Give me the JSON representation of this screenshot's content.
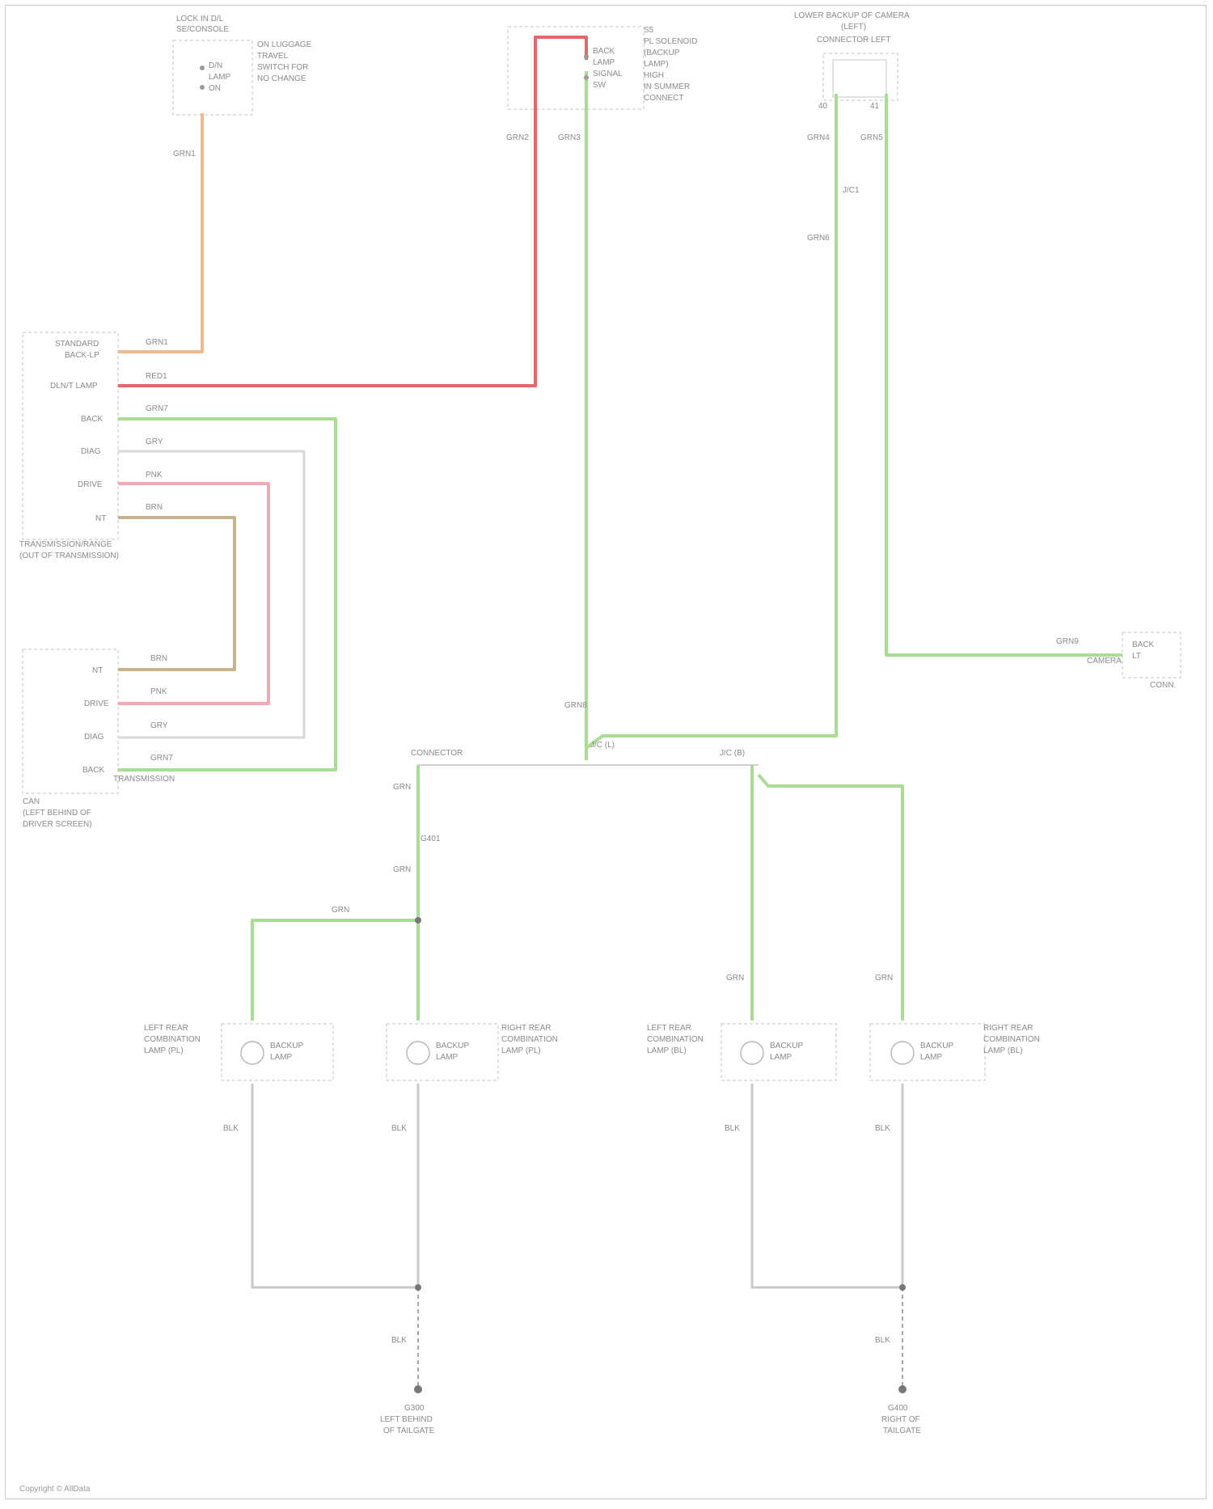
{
  "colors": {
    "orange": "#f2b98b",
    "red": "#e06a6a",
    "green": "#a9dd93",
    "pink": "#f1aab4",
    "tan": "#c4b48e",
    "gray": "#bcbcbc",
    "frame": "#cfcfcf"
  },
  "footer": "Copyright © AllData",
  "components": {
    "top_left": {
      "title": [
        "LOCK IN D/L",
        "SE/CONSOLE"
      ],
      "desc": [
        "ON LUGGAGE",
        "TRAVEL",
        "SWITCH FOR",
        "NO CHANGE"
      ],
      "inner": [
        "D/N",
        "LAMP",
        "ON"
      ]
    },
    "top_center": {
      "desc": [
        "S5",
        "PL SOLENOID",
        "(BACKUP",
        "LAMP)",
        "HIGH",
        "IN SUMMER",
        "CONNECT"
      ],
      "inner": [
        "BACK",
        "LAMP",
        "SIGNAL",
        "SW"
      ]
    },
    "top_right": {
      "title": [
        "LOWER BACKUP OF CAMERA",
        "(LEFT)",
        "CONNECTOR LEFT"
      ],
      "pins": [
        "40",
        "41"
      ]
    },
    "tcm": {
      "pins": [
        "STANDARD",
        "BACK-LP",
        "DLN/T LAMP",
        "BACK",
        "DIAG",
        "DRIVE",
        "NT"
      ],
      "footer": [
        "TRANSMISSION/RANGE",
        "(OUT OF TRANSMISSION)"
      ]
    },
    "bcm": {
      "pins": [
        "NT",
        "DRIVE",
        "DIAG",
        "BACK"
      ],
      "footer": [
        "CAN",
        "(LEFT BEHIND OF",
        "DRIVER SCREEN)"
      ],
      "sub": "TRANSMISSION"
    },
    "right_module": {
      "inner": [
        "BACK",
        "LT"
      ],
      "label": "CAMERA",
      "ground": "CONN."
    },
    "lamps": [
      {
        "side": [
          "LEFT REAR",
          "COMBINATION",
          "LAMP (PL)"
        ],
        "inner": [
          "BACKUP",
          "LAMP"
        ]
      },
      {
        "side": [
          "RIGHT REAR",
          "COMBINATION",
          "LAMP (PL)"
        ],
        "inner": [
          "BACKUP",
          "LAMP"
        ]
      },
      {
        "side": [
          "LEFT REAR",
          "COMBINATION",
          "LAMP (BL)"
        ],
        "inner": [
          "BACKUP",
          "LAMP"
        ]
      },
      {
        "side": [
          "RIGHT REAR",
          "COMBINATION",
          "LAMP (BL)"
        ],
        "inner": [
          "BACKUP",
          "LAMP"
        ]
      }
    ],
    "grounds": [
      {
        "label": [
          "G300",
          "LEFT BEHIND",
          "OF TAILGATE"
        ]
      },
      {
        "label": [
          "G400",
          "RIGHT OF",
          "TAILGATE"
        ]
      }
    ],
    "junctions": [
      "CONNECTOR",
      "J/C (L)",
      "J/C (B)"
    ]
  },
  "wire_ids": {
    "w_orange_top": "GRN1",
    "w_red_top": "GRN2",
    "w_green_top": "GRN3",
    "w_right1": "GRN4",
    "w_right2": "GRN5",
    "w_right3": "GRN6",
    "tcm_1": "GRN1",
    "tcm_2": "RED1",
    "tcm_3": "GRN7",
    "tcm_4": "GRY",
    "tcm_5": "PNK",
    "tcm_6": "BRN",
    "bcm_1": "BRN",
    "bcm_2": "PNK",
    "bcm_3": "GRY",
    "bcm_4": "GRN7",
    "mid_g": "GRN8",
    "right_g": "GRN9",
    "lower_l1": "GRN",
    "lower_l2": "GRN",
    "lower_l3": "GRN",
    "lower_r1": "GRN",
    "lower_r2": "GRN",
    "gnd_l1": "BLK",
    "gnd_l2": "BLK",
    "gnd_r1": "BLK",
    "gnd_r2": "BLK",
    "gnd_l": "BLK",
    "gnd_r": "BLK",
    "ts1": "J/C1",
    "ts2": "G401"
  }
}
